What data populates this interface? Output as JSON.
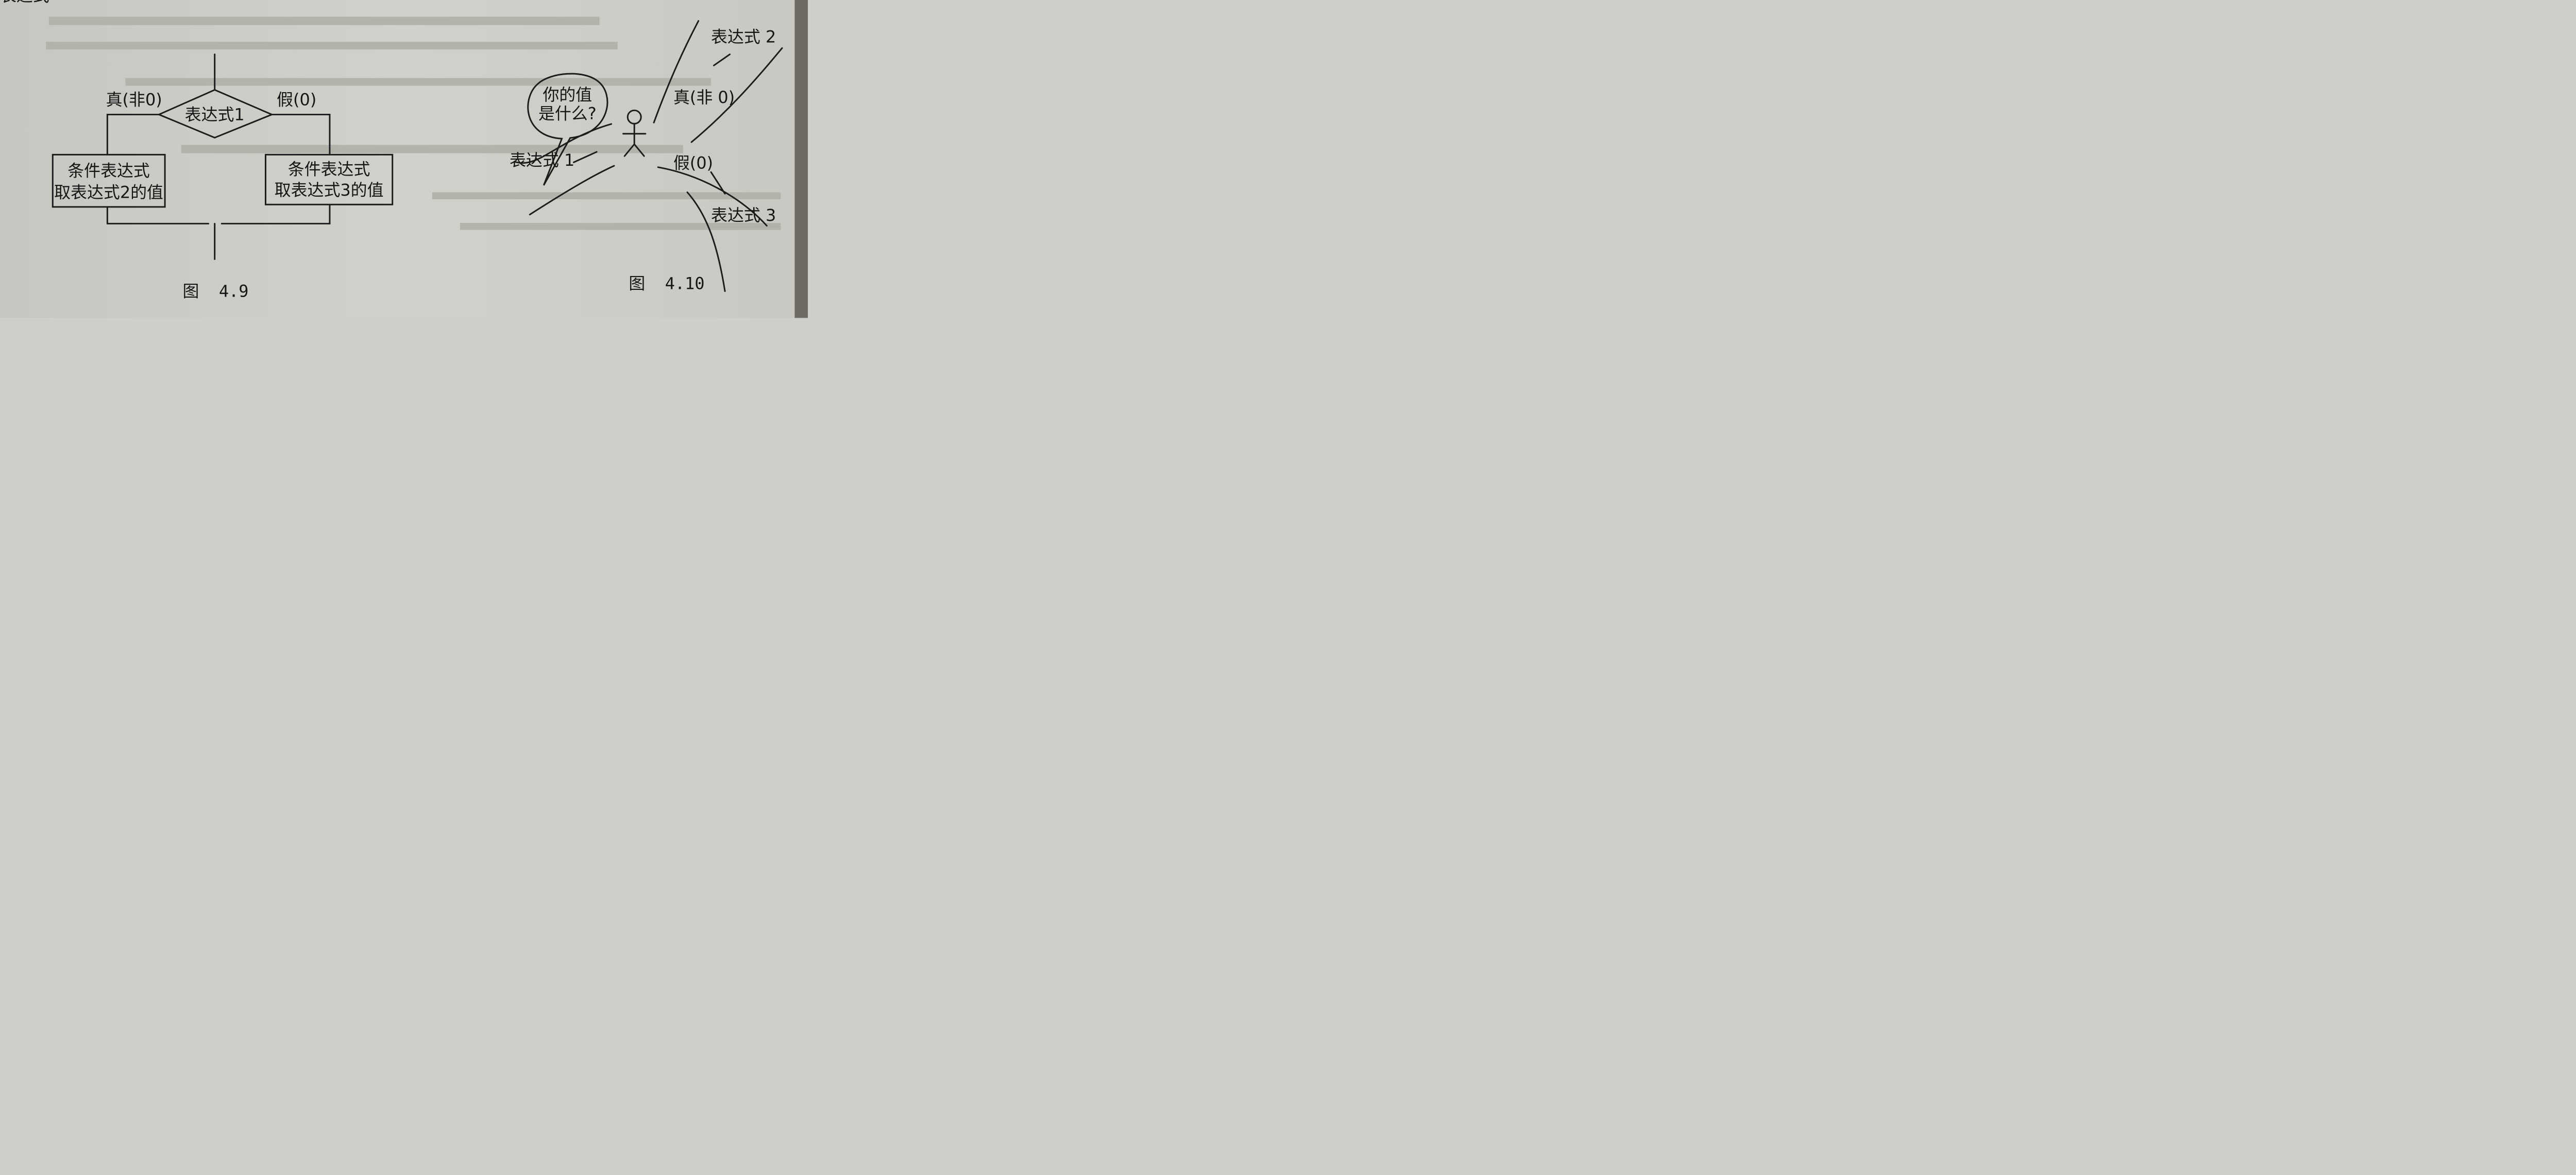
{
  "colors": {
    "paper": "#cfcfca",
    "ink": "#161616",
    "edge": "#a7a39b"
  },
  "top_left_fragment": "表达式",
  "fig49": {
    "diamond_label": "表达式1",
    "true_label": "真(非0)",
    "false_label": "假(0)",
    "left_box": [
      "条件表达式",
      "取表达式2的值"
    ],
    "right_box": [
      "条件表达式",
      "取表达式3的值"
    ],
    "caption": "图  4.9"
  },
  "fig410": {
    "bubble": [
      "你的值",
      "是什么?"
    ],
    "expr1": "表达式 1",
    "expr2": "表达式 2",
    "expr3": "表达式 3",
    "true_label": "真(非 0)",
    "false_label": "假(0)",
    "caption": "图  4.10"
  }
}
